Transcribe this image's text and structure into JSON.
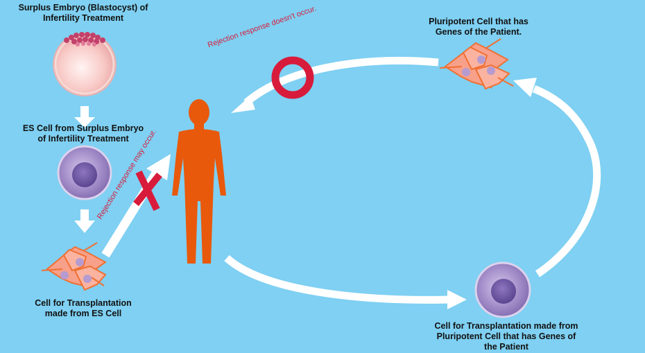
{
  "labels": {
    "embryo_line1": "Surplus Embryo (Blastocyst) of",
    "embryo_line2": "Infertility Treatment",
    "es_line1": "ES Cell from Surplus Embryo",
    "es_line2": "of  Infertility Treatment",
    "transplant_es_line1": "Cell for Transplantation",
    "transplant_es_line2": "made from  ES Cell",
    "pluri_line1": "Pluripotent Cell that has",
    "pluri_line2": "Genes of the Patient.",
    "transplant_pluri_line1": "Cell for Transplantation made from",
    "transplant_pluri_line2": "Pluripotent Cell that has Genes of",
    "transplant_pluri_line3": "the Patient",
    "rejection_no": "Rejection response doesn't occur.",
    "rejection_may": "Rejection response may occur."
  },
  "colors": {
    "background": "#7fd0f2",
    "arrow": "#ffffff",
    "person": "#e8590c",
    "accent_red": "#d81b3b",
    "cell_fill": "#f7a08a",
    "stem_cell": "#9b86c4"
  },
  "icons": {
    "ok_mark": "circle-o-icon",
    "ng_mark": "cross-x-icon",
    "patient": "person-silhouette-icon"
  }
}
